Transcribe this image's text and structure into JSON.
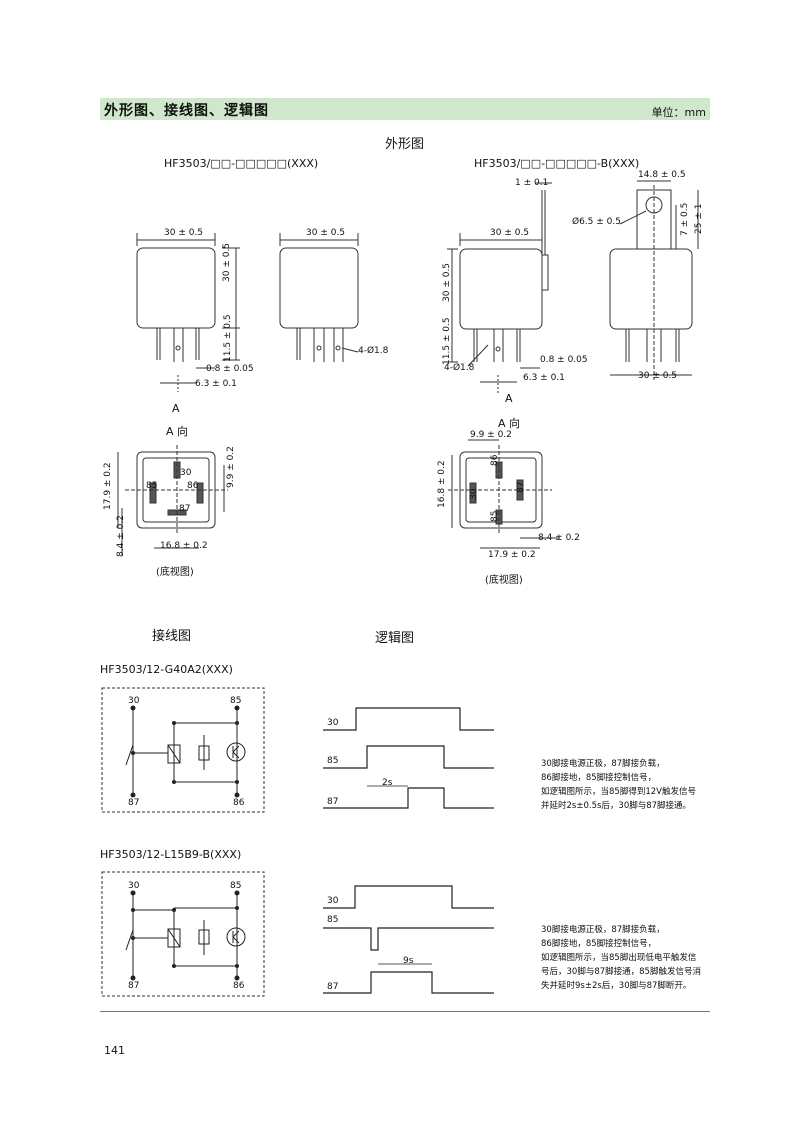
{
  "header": {
    "title": "外形图、接线图、逻辑图",
    "unit": "单位：mm"
  },
  "outline": {
    "title": "外形图",
    "left_model": "HF3503/□□-□□□□□(XXX)",
    "right_model": "HF3503/□□-□□□□□-B(XXX)",
    "dims_left": {
      "w30a": "30 ± 0.5",
      "w30b": "30 ± 0.5",
      "h30": "30 ± 0.5",
      "h11_5": "11.5 ± 0.5",
      "d0_8": "0.8 ± 0.05",
      "d6_3": "6.3 ± 0.1",
      "hole": "4-Ø1.8",
      "arrow_a": "A",
      "bottom_title": "A 向",
      "d17_9": "17.9 ± 0.2",
      "d9_9": "9.9 ± 0.2",
      "d8_4": "8.4 ± 0.2",
      "d16_8": "16.8 ± 0.2",
      "view": "(底视图)",
      "pins": [
        "30",
        "85",
        "86",
        "87"
      ]
    },
    "dims_right": {
      "d1": "1 ± 0.1",
      "d14_8": "14.8 ± 0.5",
      "d6_5": "Ø6.5 ± 0.5",
      "d7": "7 ± 0.5",
      "d25": "25 ± 1",
      "w30a": "30 ± 0.5",
      "w30b": "30 ± 0.5",
      "h30": "30 ± 0.5",
      "h11_5": "11.5 ± 0.5",
      "d0_8": "0.8 ± 0.05",
      "d6_3": "6.3 ± 0.1",
      "hole": "4-Ø1.8",
      "arrow_a": "A",
      "bottom_title": "A 向",
      "d9_9": "9.9 ± 0.2",
      "d16_8": "16.8 ± 0.2",
      "d8_4": "8.4 ± 0.2",
      "d17_9": "17.9 ± 0.2",
      "view": "(底视图)",
      "pins": [
        "86",
        "30",
        "87",
        "85"
      ]
    }
  },
  "wiring_title": "接线图",
  "logic_title": "逻辑图",
  "diagram1": {
    "model": "HF3503/12-G40A2(XXX)",
    "pins": [
      "30",
      "85",
      "87",
      "86"
    ],
    "signals": [
      "30",
      "85",
      "87"
    ],
    "delay": "2s",
    "note": "30脚接电源正极，87脚接负载，\n86脚接地，85脚接控制信号，\n如逻辑图所示，当85脚得到12V触发信号\n并延时2s±0.5s后，30脚与87脚接通。"
  },
  "diagram2": {
    "model": "HF3503/12-L15B9-B(XXX)",
    "pins": [
      "30",
      "85",
      "87",
      "86"
    ],
    "signals": [
      "30",
      "85",
      "87"
    ],
    "delay": "9s",
    "note": "30脚接电源正极，87脚接负载，\n86脚接地，85脚接控制信号，\n如逻辑图所示，当85脚出现低电平触发信\n号后，30脚与87脚接通，85脚触发信号消\n失并延时9s±2s后，30脚与87脚断开。"
  },
  "page_number": "141"
}
